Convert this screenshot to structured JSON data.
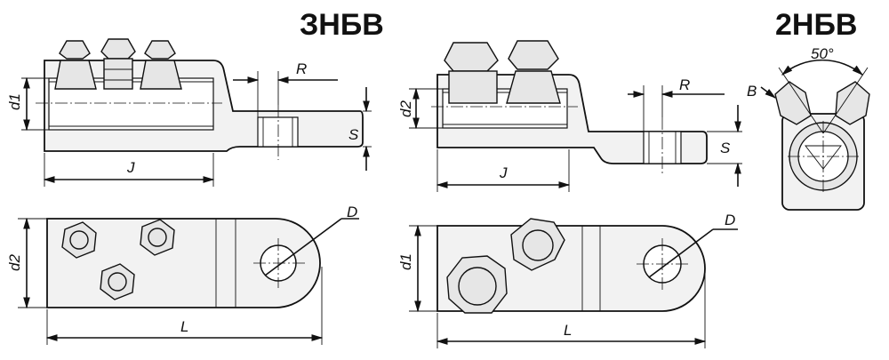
{
  "titles": {
    "left": "ЗНБВ",
    "right": "2НБВ"
  },
  "dims": {
    "d1": "d1",
    "d2": "d2",
    "R": "R",
    "S": "S",
    "J": "J",
    "L": "L",
    "D": "D",
    "B": "B",
    "angle": "50°"
  }
}
